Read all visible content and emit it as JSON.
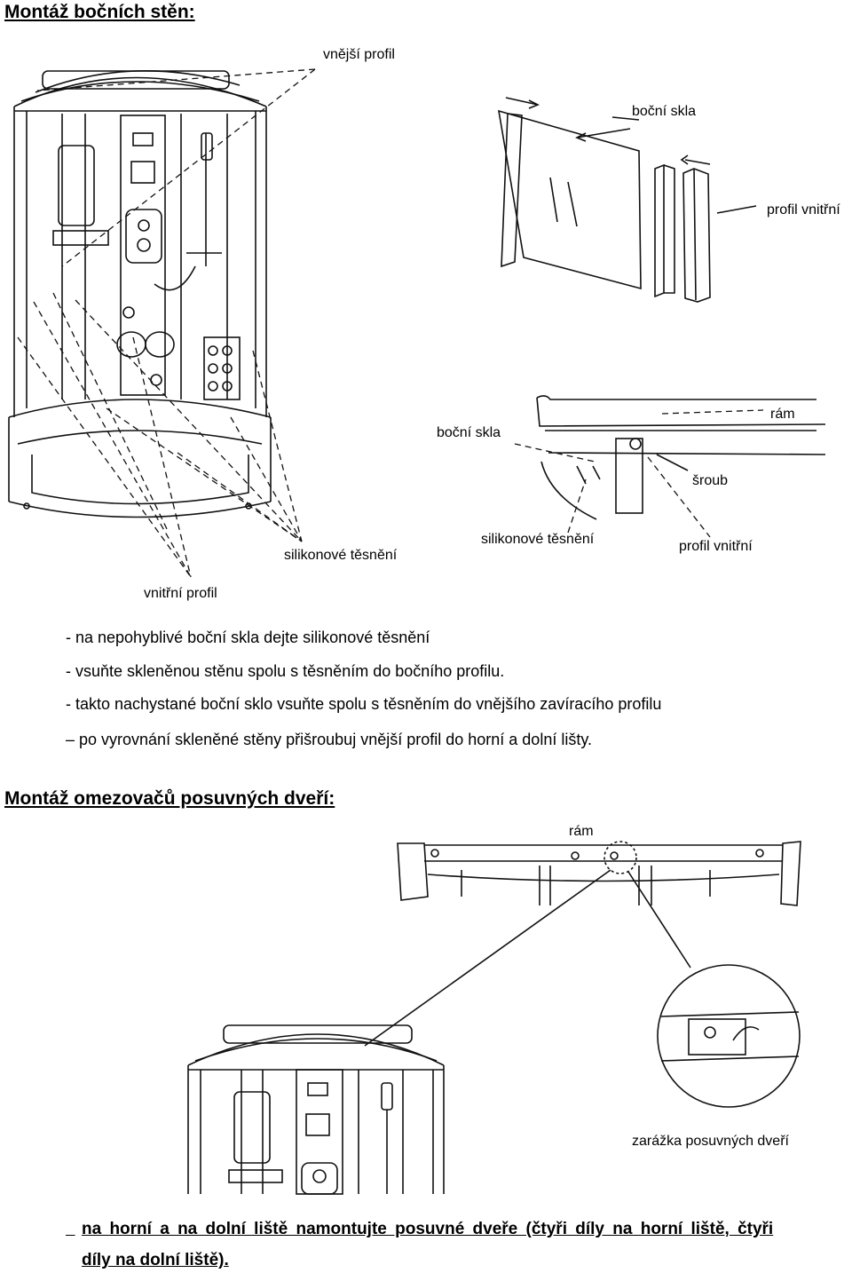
{
  "section1": {
    "title": "Montáž bočních stěn:",
    "labels": {
      "vnejsi_profil": "vnější profil",
      "bocni_skla_top": "boční skla",
      "profil_vnitrni_top": "profil vnitřní",
      "ram_top": "rám",
      "bocni_skla_mid": "boční skla",
      "sroub": "šroub",
      "silikonove_tesneni_1": "silikonové těsnění",
      "silikonove_tesneni_2": "silikonové těsnění",
      "profil_vnitrni_mid": "profil vnitřní",
      "vnitrni_profil": "vnitřní profil"
    },
    "instructions": [
      "- na nepohyblivé boční skla dejte silikonové těsnění",
      "- vsuňte skleněnou stěnu spolu s těsněním do bočního profilu.",
      "- takto nachystané boční sklo vsuňte spolu s těsněním do vnějšího zavíracího profilu",
      "–  po vyrovnání skleněné stěny přišroubuj vnější profil do horní a dolní lišty."
    ]
  },
  "section2": {
    "title": "Montáž omezovačů posuvných dveří:",
    "labels": {
      "ram": "rám",
      "zarazka": "zarážka posuvných dveří"
    },
    "instruction_line1": "na horní a na dolní liště namontujte posuvné dveře (čtyři díly na horní liště, čtyři",
    "instruction_line2": "díly na dolní liště)."
  }
}
